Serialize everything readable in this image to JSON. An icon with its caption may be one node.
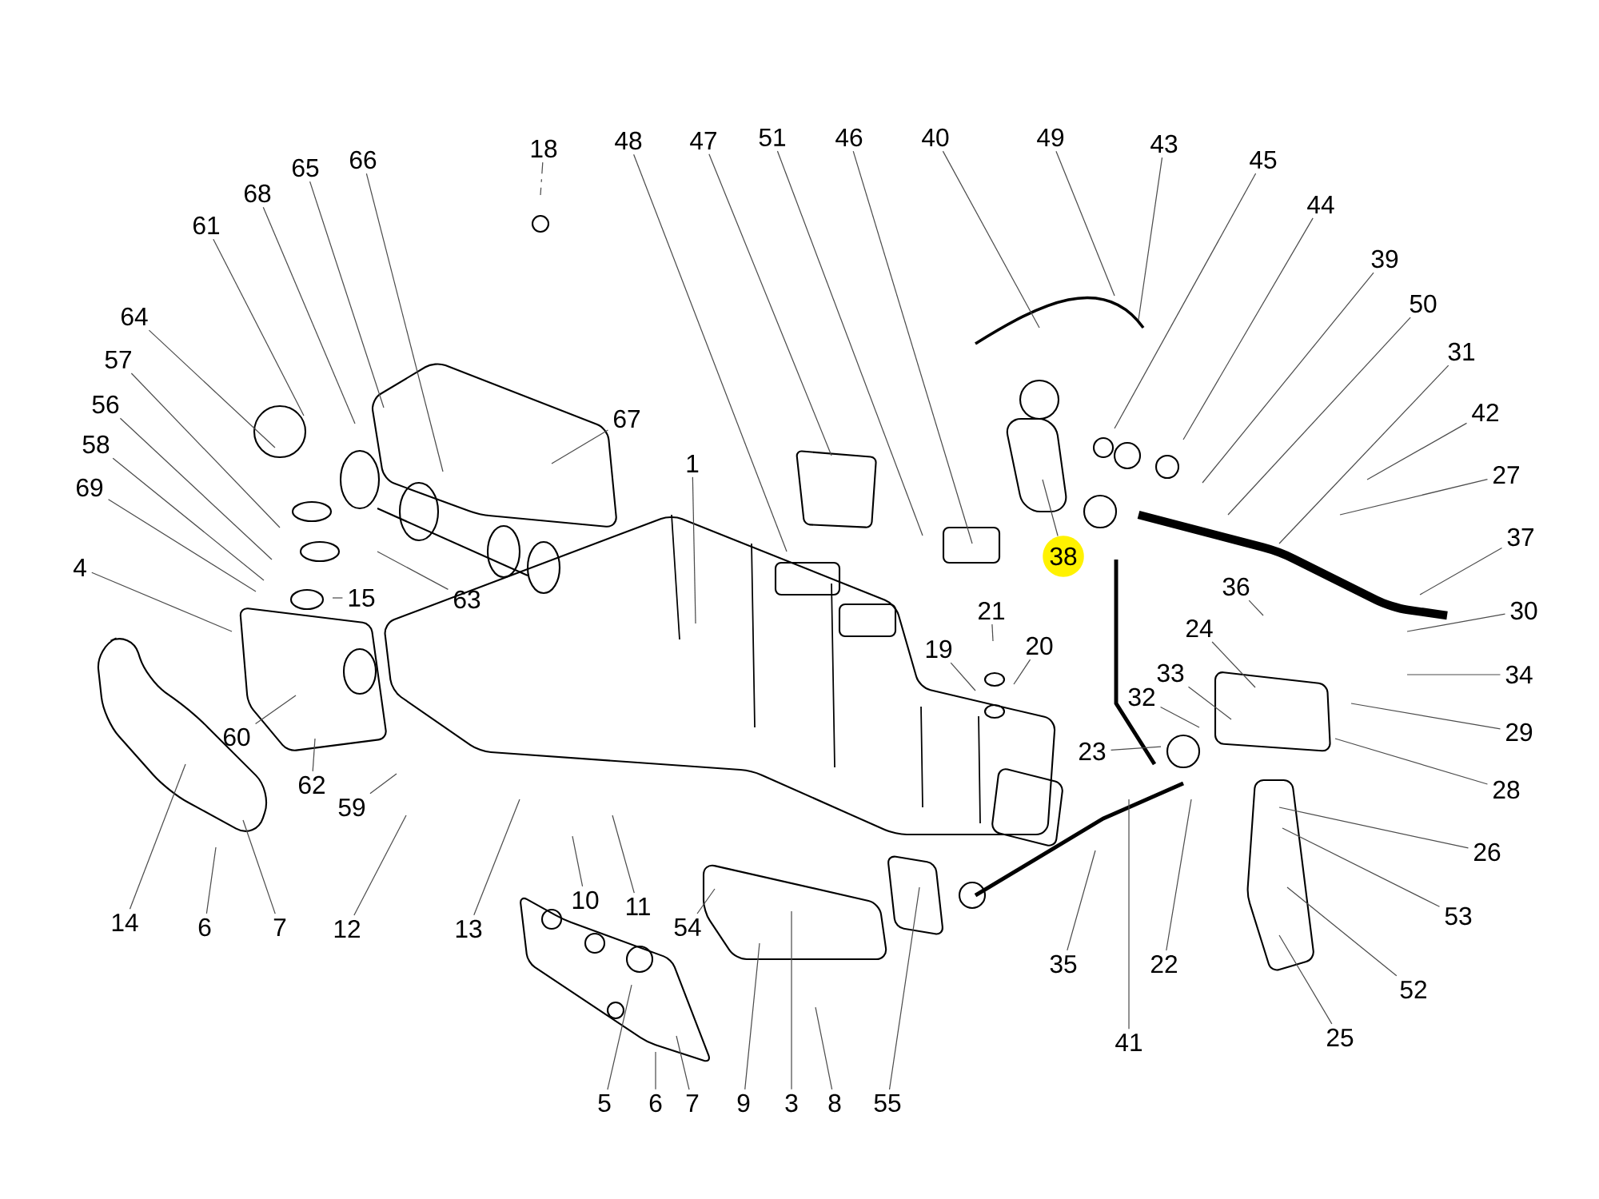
{
  "diagram": {
    "nodes": [
      {
        "text": [
          "18"
        ]
      },
      {
        "text": [
          "48"
        ]
      },
      {
        "text": [
          "47"
        ]
      },
      {
        "text": [
          "51"
        ]
      },
      {
        "text": [
          "46"
        ]
      },
      {
        "text": [
          "40"
        ]
      },
      {
        "text": [
          "49"
        ]
      },
      {
        "text": [
          "43"
        ]
      },
      {
        "text": [
          "45"
        ]
      },
      {
        "text": [
          "44"
        ]
      },
      {
        "text": [
          "39"
        ]
      },
      {
        "text": [
          "50"
        ]
      },
      {
        "text": [
          "31"
        ]
      },
      {
        "text": [
          "42"
        ]
      },
      {
        "text": [
          "27"
        ]
      },
      {
        "text": [
          "37"
        ]
      },
      {
        "text": [
          "30"
        ]
      },
      {
        "text": [
          "34"
        ]
      },
      {
        "text": [
          "29"
        ]
      },
      {
        "text": [
          "28"
        ]
      },
      {
        "text": [
          "26"
        ]
      },
      {
        "text": [
          "53"
        ]
      },
      {
        "text": [
          "52"
        ]
      },
      {
        "text": [
          "25"
        ]
      },
      {
        "text": [
          "41"
        ]
      },
      {
        "text": [
          "22"
        ]
      },
      {
        "text": [
          "35"
        ]
      },
      {
        "text": [
          "55"
        ]
      },
      {
        "text": [
          "8"
        ]
      },
      {
        "text": [
          "3"
        ]
      },
      {
        "text": [
          "9"
        ]
      },
      {
        "text": [
          "7"
        ]
      },
      {
        "text": [
          "6"
        ]
      },
      {
        "text": [
          "5"
        ]
      },
      {
        "text": [
          "54"
        ]
      },
      {
        "text": [
          "11"
        ]
      },
      {
        "text": [
          "10"
        ]
      },
      {
        "text": [
          "13"
        ]
      },
      {
        "text": [
          "12"
        ]
      },
      {
        "text": [
          "7"
        ]
      },
      {
        "text": [
          "6"
        ]
      },
      {
        "text": [
          "14"
        ]
      },
      {
        "text": [
          "62"
        ]
      },
      {
        "text": [
          "59"
        ]
      },
      {
        "text": [
          "60"
        ]
      },
      {
        "text": [
          "4"
        ]
      },
      {
        "text": [
          "69"
        ]
      },
      {
        "text": [
          "58"
        ]
      },
      {
        "text": [
          "56"
        ]
      },
      {
        "text": [
          "57"
        ]
      },
      {
        "text": [
          "64"
        ]
      },
      {
        "text": [
          "61"
        ]
      },
      {
        "text": [
          "68"
        ]
      },
      {
        "text": [
          "65"
        ]
      },
      {
        "text": [
          "66"
        ]
      },
      {
        "text": [
          "67"
        ]
      },
      {
        "text": [
          "1"
        ]
      },
      {
        "text": [
          "63"
        ]
      },
      {
        "text": [
          "15"
        ]
      },
      {
        "text": [
          "21"
        ]
      },
      {
        "text": [
          "20"
        ]
      },
      {
        "text": [
          "19"
        ]
      },
      {
        "text": [
          "38"
        ]
      },
      {
        "text": [
          "32"
        ]
      },
      {
        "text": [
          "33"
        ]
      },
      {
        "text": [
          "24"
        ]
      },
      {
        "text": [
          "36"
        ]
      },
      {
        "text": [
          "23"
        ]
      }
    ],
    "edges": [
      {
        "from": 0,
        "to": null,
        "arrow": "none",
        "style": "dashed"
      },
      {
        "from": 1,
        "to": null,
        "arrow": "none"
      },
      {
        "from": 2,
        "to": null,
        "arrow": "none"
      },
      {
        "from": 3,
        "to": null,
        "arrow": "none"
      },
      {
        "from": 4,
        "to": null,
        "arrow": "none"
      },
      {
        "from": 5,
        "to": null,
        "arrow": "none"
      },
      {
        "from": 6,
        "to": null,
        "arrow": "none"
      },
      {
        "from": 7,
        "to": null,
        "arrow": "none"
      },
      {
        "from": 8,
        "to": null,
        "arrow": "none"
      },
      {
        "from": 9,
        "to": null,
        "arrow": "none"
      },
      {
        "from": 10,
        "to": null,
        "arrow": "none"
      },
      {
        "from": 11,
        "to": null,
        "arrow": "none"
      },
      {
        "from": 12,
        "to": null,
        "arrow": "none"
      },
      {
        "from": 13,
        "to": null,
        "arrow": "none"
      },
      {
        "from": 14,
        "to": null,
        "arrow": "none"
      },
      {
        "from": 15,
        "to": null,
        "arrow": "none"
      },
      {
        "from": 16,
        "to": null,
        "arrow": "none"
      },
      {
        "from": 17,
        "to": null,
        "arrow": "none"
      },
      {
        "from": 18,
        "to": null,
        "arrow": "none"
      },
      {
        "from": 19,
        "to": null,
        "arrow": "none"
      },
      {
        "from": 20,
        "to": null,
        "arrow": "none"
      },
      {
        "from": 21,
        "to": null,
        "arrow": "none"
      },
      {
        "from": 22,
        "to": null,
        "arrow": "none"
      },
      {
        "from": 23,
        "to": null,
        "arrow": "none"
      },
      {
        "from": 24,
        "to": null,
        "arrow": "none"
      },
      {
        "from": 25,
        "to": null,
        "arrow": "none"
      },
      {
        "from": 26,
        "to": null,
        "arrow": "none"
      },
      {
        "from": 27,
        "to": null,
        "arrow": "none"
      },
      {
        "from": 28,
        "to": null,
        "arrow": "none"
      },
      {
        "from": 29,
        "to": null,
        "arrow": "none"
      },
      {
        "from": 30,
        "to": null,
        "arrow": "none"
      },
      {
        "from": 31,
        "to": null,
        "arrow": "none"
      },
      {
        "from": 32,
        "to": null,
        "arrow": "none"
      },
      {
        "from": 33,
        "to": null,
        "arrow": "none"
      },
      {
        "from": 34,
        "to": null,
        "arrow": "none"
      },
      {
        "from": 35,
        "to": null,
        "arrow": "none"
      },
      {
        "from": 36,
        "to": null,
        "arrow": "none"
      },
      {
        "from": 37,
        "to": null,
        "arrow": "none"
      },
      {
        "from": 38,
        "to": null,
        "arrow": "none"
      },
      {
        "from": 39,
        "to": null,
        "arrow": "none"
      },
      {
        "from": 40,
        "to": null,
        "arrow": "none"
      },
      {
        "from": 41,
        "to": null,
        "arrow": "none"
      },
      {
        "from": 42,
        "to": null,
        "arrow": "none"
      },
      {
        "from": 43,
        "to": null,
        "arrow": "none"
      },
      {
        "from": 44,
        "to": null,
        "arrow": "none"
      },
      {
        "from": 45,
        "to": null,
        "arrow": "none"
      },
      {
        "from": 46,
        "to": null,
        "arrow": "none"
      },
      {
        "from": 47,
        "to": null,
        "arrow": "none"
      },
      {
        "from": 48,
        "to": null,
        "arrow": "none"
      },
      {
        "from": 49,
        "to": null,
        "arrow": "none"
      },
      {
        "from": 50,
        "to": null,
        "arrow": "none"
      },
      {
        "from": 51,
        "to": null,
        "arrow": "none"
      },
      {
        "from": 52,
        "to": null,
        "arrow": "none"
      },
      {
        "from": 53,
        "to": null,
        "arrow": "none"
      },
      {
        "from": 54,
        "to": null,
        "arrow": "none"
      },
      {
        "from": 55,
        "to": null,
        "arrow": "none"
      },
      {
        "from": 56,
        "to": null,
        "arrow": "none"
      },
      {
        "from": 57,
        "to": null,
        "arrow": "none"
      },
      {
        "from": 58,
        "to": null,
        "arrow": "none"
      },
      {
        "from": 59,
        "to": null,
        "arrow": "none"
      },
      {
        "from": 60,
        "to": null,
        "arrow": "none"
      },
      {
        "from": 61,
        "to": null,
        "arrow": "none"
      },
      {
        "from": 62,
        "to": null,
        "arrow": "none"
      },
      {
        "from": 63,
        "to": null,
        "arrow": "none"
      },
      {
        "from": 64,
        "to": null,
        "arrow": "none"
      },
      {
        "from": 65,
        "to": null,
        "arrow": "none"
      },
      {
        "from": 66,
        "to": null,
        "arrow": "none"
      },
      {
        "from": 67,
        "to": null,
        "arrow": "none"
      }
    ]
  }
}
